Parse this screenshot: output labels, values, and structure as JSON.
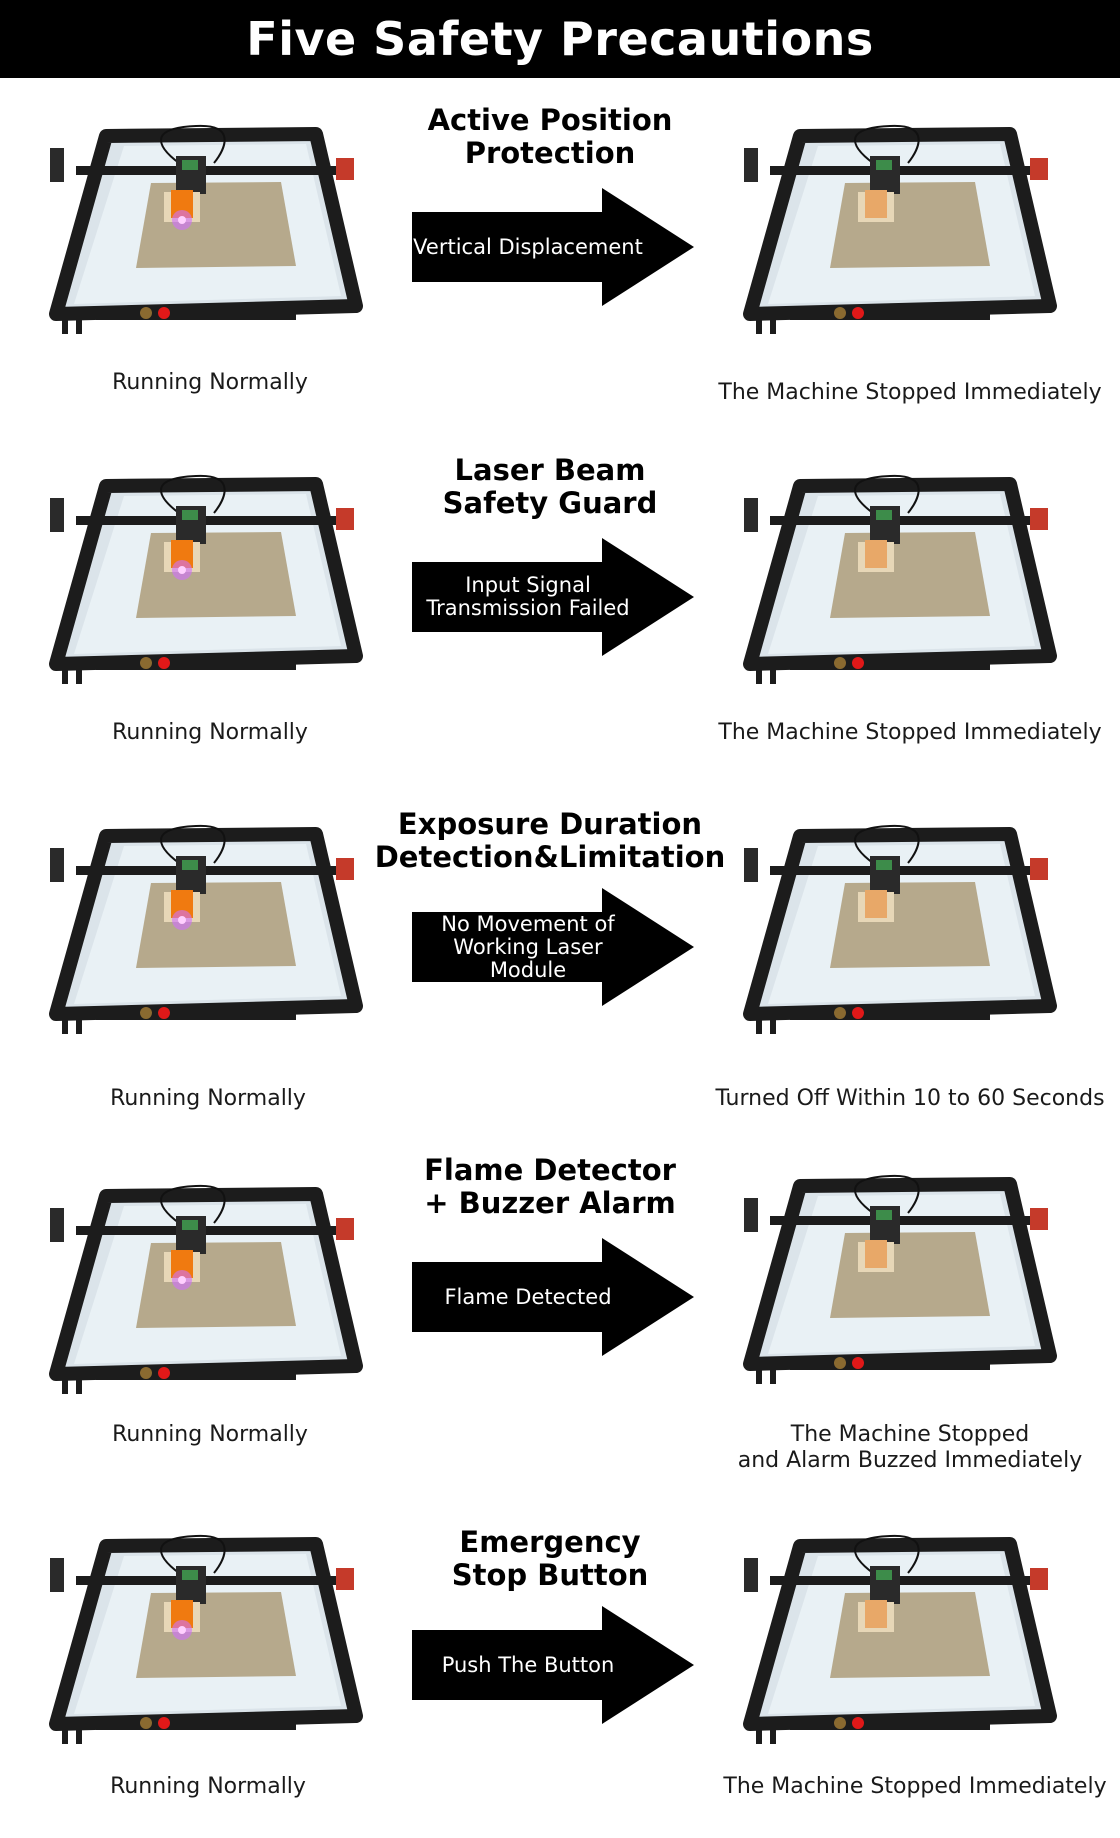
{
  "title": "Five Safety Precautions",
  "rows": [
    {
      "feature": "Active Position\nProtection",
      "action": "Vertical Displacement",
      "before": "Running Normally",
      "after": "The Machine Stopped Immediately"
    },
    {
      "feature": "Laser Beam\nSafety Guard",
      "action": "Input Signal\nTransmission Failed",
      "before": "Running Normally",
      "after": "The Machine Stopped Immediately"
    },
    {
      "feature": "Exposure Duration\nDetection&Limitation",
      "action": "No Movement of\nWorking Laser Module",
      "before": "Running Normally",
      "after": "Turned Off Within 10 to 60 Seconds"
    },
    {
      "feature": "Flame Detector\n+ Buzzer Alarm",
      "action": "Flame Detected",
      "before": "Running Normally",
      "after": "The Machine Stopped\nand Alarm Buzzed Immediately"
    },
    {
      "feature": "Emergency\nStop Button",
      "action": "Push The Button",
      "before": "Running Normally",
      "after": "The Machine Stopped Immediately"
    }
  ],
  "colors": {
    "header_bg": "#000000",
    "laser_on": "#f07a10",
    "laser_glow": "#d070ff",
    "laser_off": "#e8a868",
    "board": "#b6a98c",
    "frame": "#1c1c1c",
    "estop": "#e01818"
  }
}
